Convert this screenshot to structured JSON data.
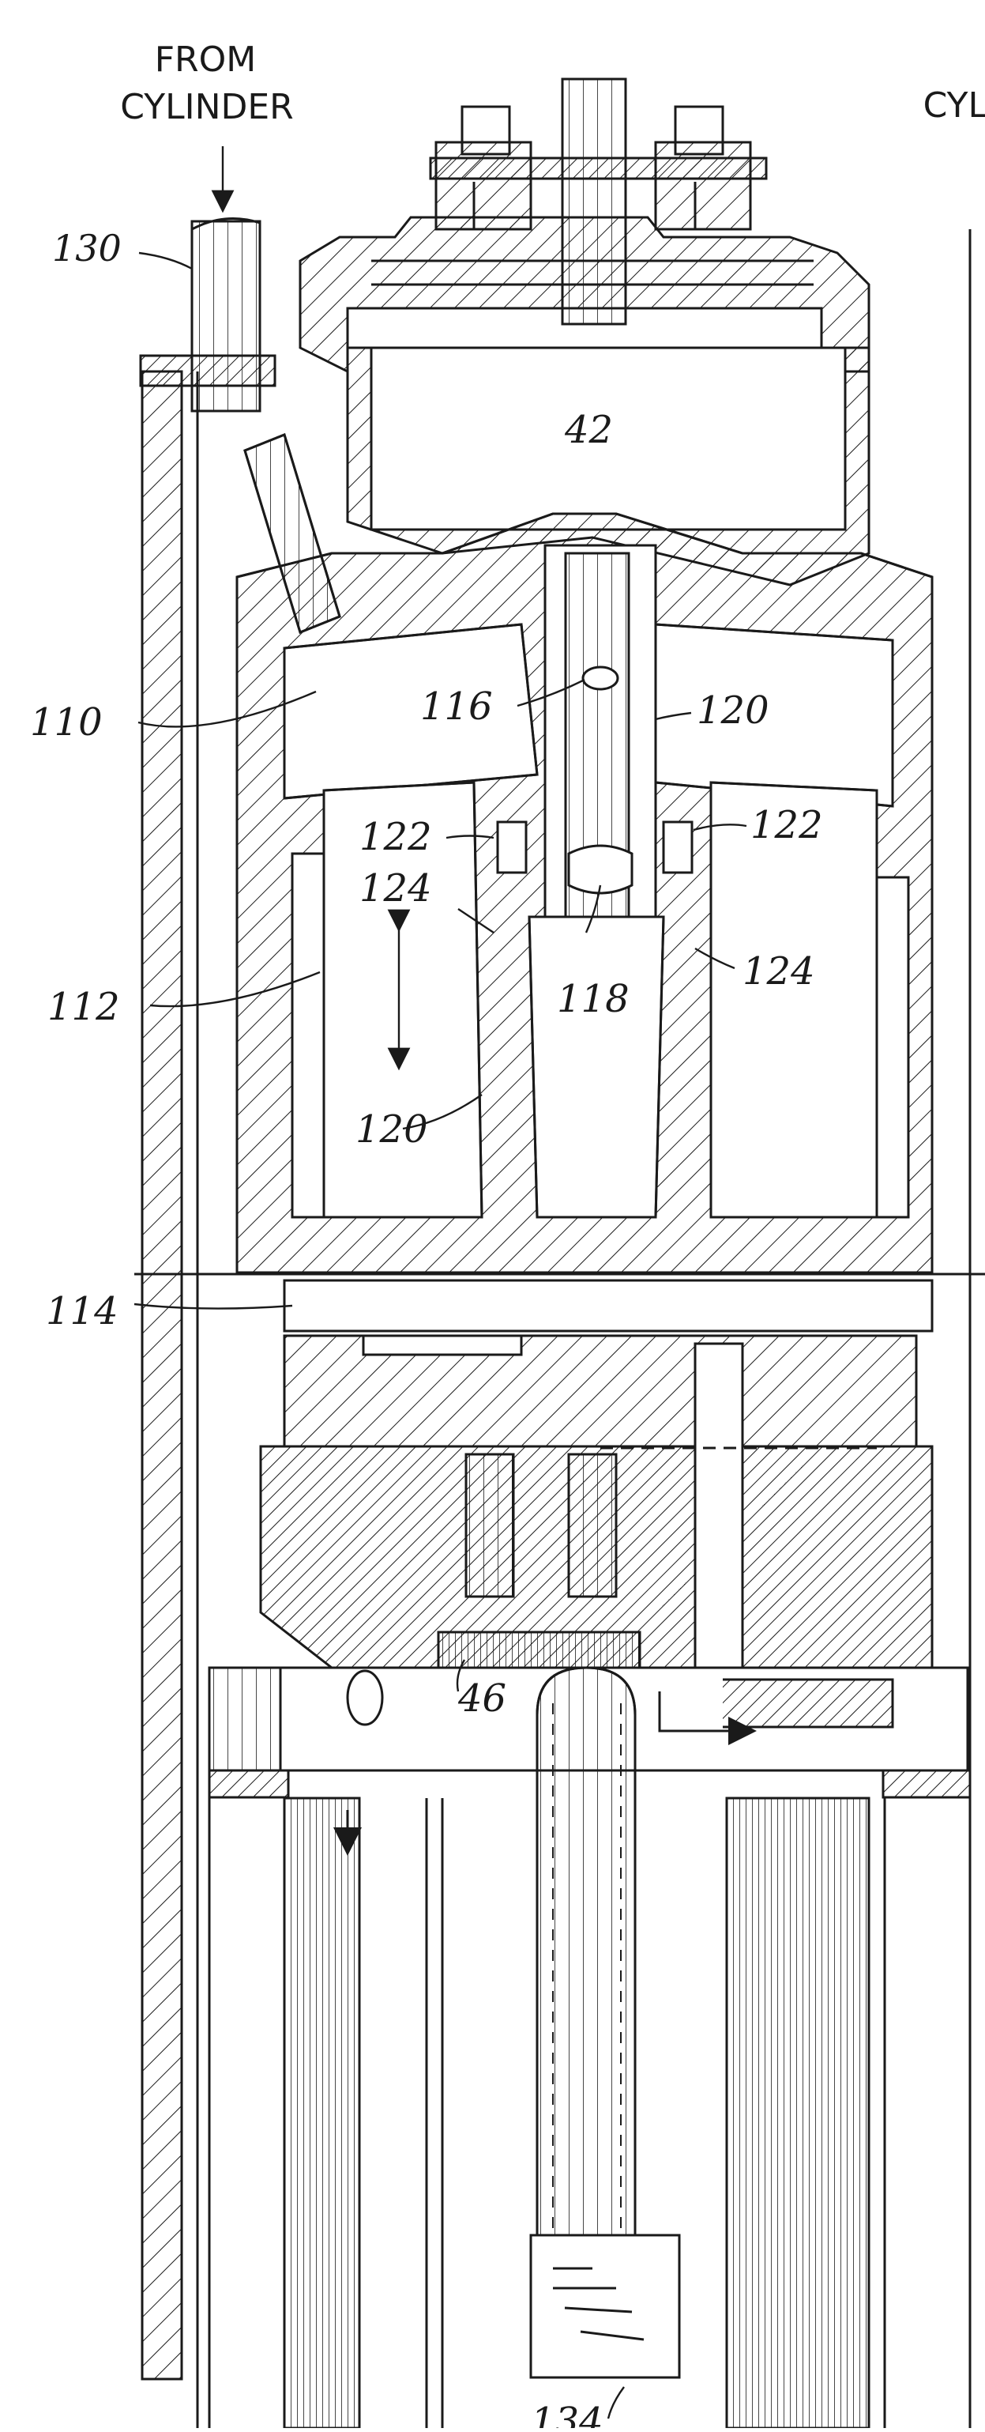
{
  "header": {
    "from_line1": "FROM",
    "from_line2": "CYLINDER",
    "cyl_partial": "CYL"
  },
  "labels": {
    "ref_130": "130",
    "ref_42": "42",
    "ref_110": "110",
    "ref_116": "116",
    "ref_120_top": "120",
    "ref_122_left": "122",
    "ref_122_right": "122",
    "ref_124_left": "124",
    "ref_124_right": "124",
    "ref_112": "112",
    "ref_118": "118",
    "ref_120_mid": "120",
    "ref_114": "114",
    "ref_46": "46",
    "ref_bottom_partial": "134"
  },
  "colors": {
    "ink": "#1a1a1a",
    "paper": "#ffffff"
  }
}
